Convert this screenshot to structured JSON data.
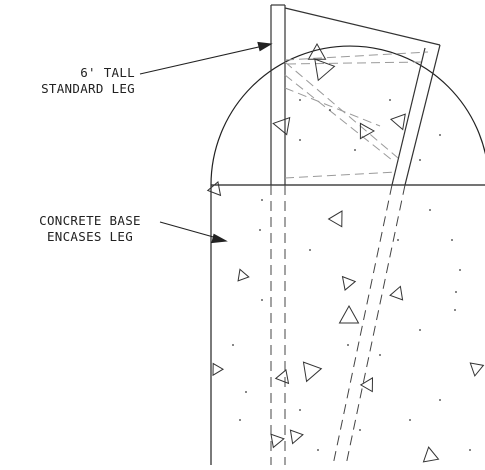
{
  "callouts": {
    "leg": {
      "line1": "6' TALL",
      "line2": "STANDARD LEG"
    },
    "base": {
      "line1": "CONCRETE BASE",
      "line2": "ENCASES LEG"
    }
  },
  "colors": {
    "ink": "#222222",
    "hidden_line": "#444444",
    "brace": "#9a9a9a",
    "background": "#ffffff"
  }
}
